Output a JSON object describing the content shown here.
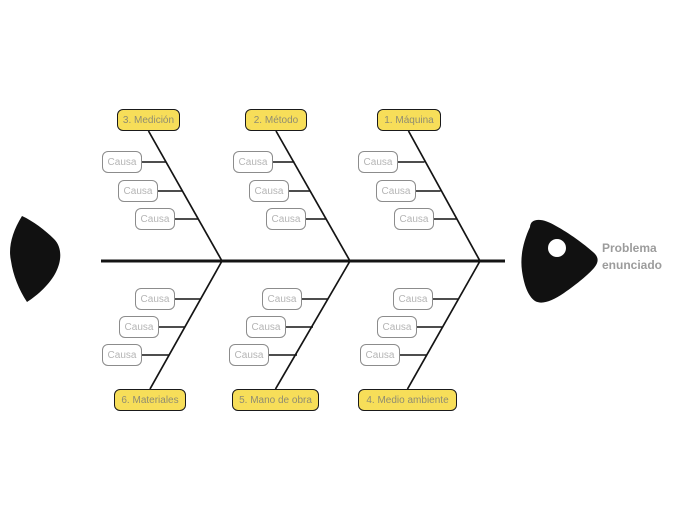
{
  "diagram": {
    "type": "fishbone-ishikawa",
    "problem": {
      "label": "Problema enunciado"
    },
    "categories": [
      {
        "label": "1. Máquina",
        "position": "top",
        "causes": [
          "Causa",
          "Causa",
          "Causa"
        ]
      },
      {
        "label": "2. Método",
        "position": "top",
        "causes": [
          "Causa",
          "Causa",
          "Causa"
        ]
      },
      {
        "label": "3. Medición",
        "position": "top",
        "causes": [
          "Causa",
          "Causa",
          "Causa"
        ]
      },
      {
        "label": "4. Medio ambiente",
        "position": "bottom",
        "causes": [
          "Causa",
          "Causa",
          "Causa"
        ]
      },
      {
        "label": "5. Mano de obra",
        "position": "bottom",
        "causes": [
          "Causa",
          "Causa",
          "Causa"
        ]
      },
      {
        "label": "6. Materiales",
        "position": "bottom",
        "causes": [
          "Causa",
          "Causa",
          "Causa"
        ]
      }
    ],
    "colors": {
      "category_fill": "#F7DE59",
      "category_border": "#1a1a1a",
      "category_text": "#8f8c72",
      "cause_border": "#8c8c8c",
      "cause_text": "#b5b5b5",
      "line": "#141414",
      "fish_shape": "#111111",
      "problem_text": "#9c9c9c"
    }
  }
}
